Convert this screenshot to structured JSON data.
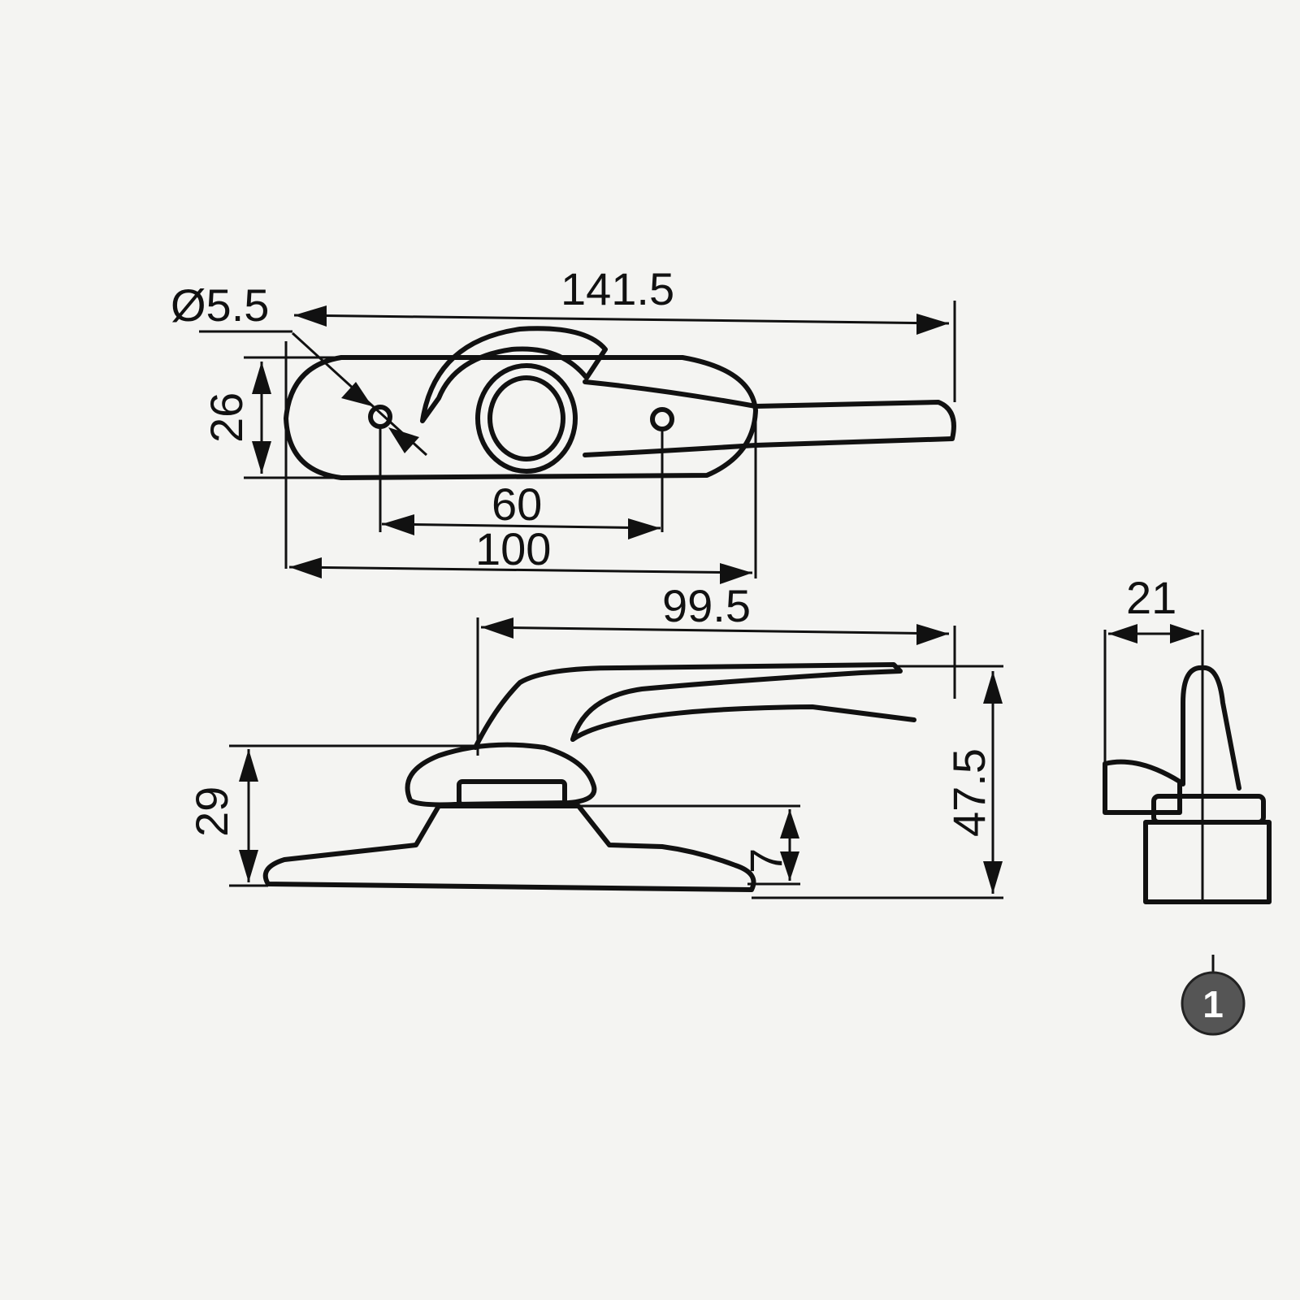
{
  "dimensions": {
    "hole_diameter": "Ø5.5",
    "overall_length": "141.5",
    "base_height": "26",
    "hole_spacing": "60",
    "base_length": "100",
    "handle_length": "99.5",
    "overall_height": "47.5",
    "body_height": "29",
    "base_thickness": "7",
    "end_width": "21"
  },
  "badge": {
    "label": "1"
  },
  "colors": {
    "line": "#111111",
    "background": "#f4f4f2",
    "badge": "#555555"
  }
}
